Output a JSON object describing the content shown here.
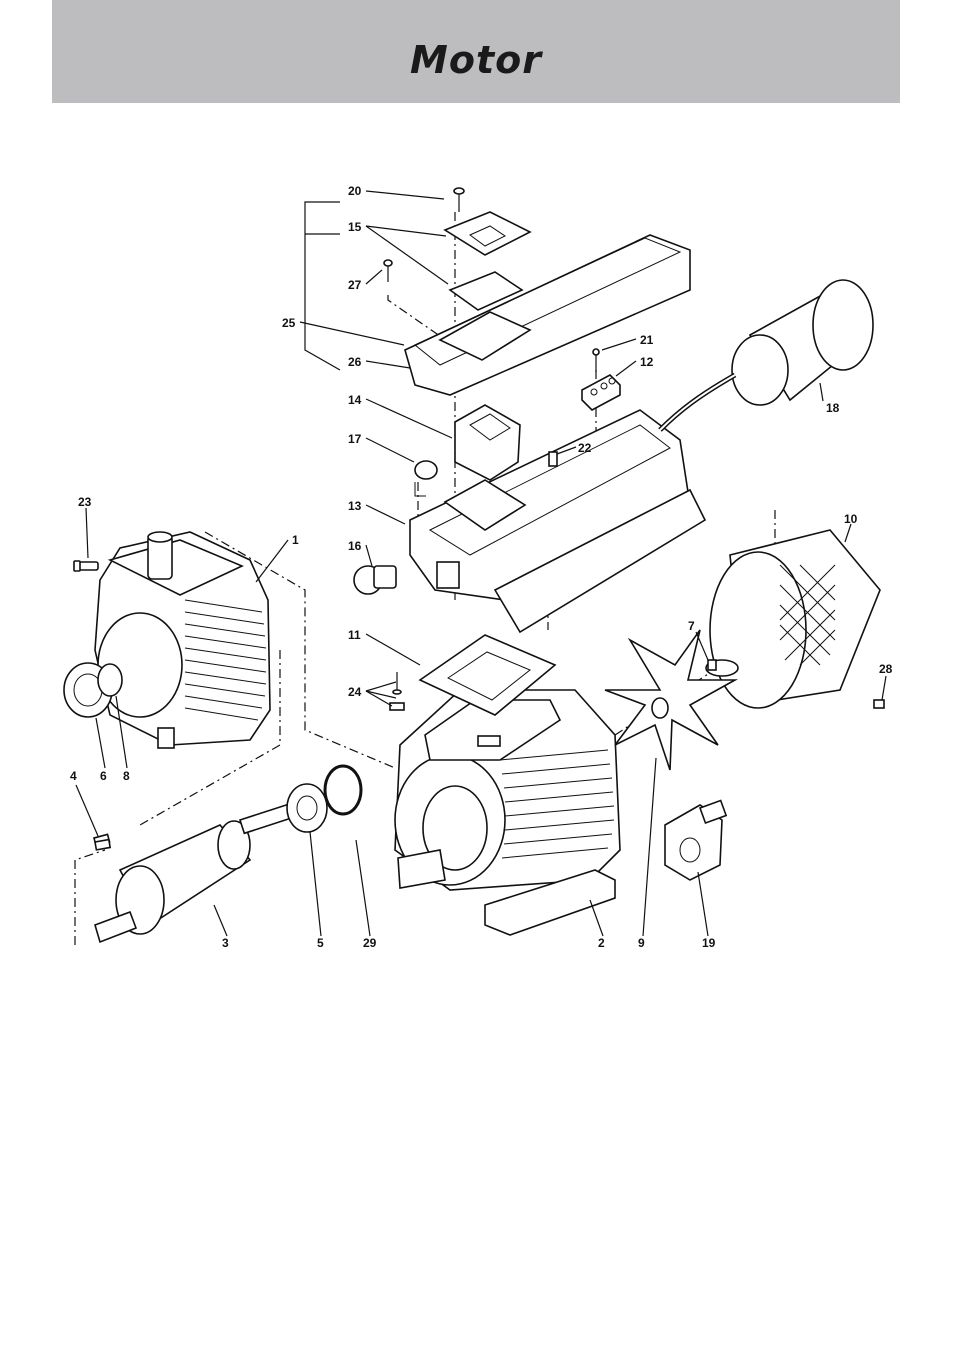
{
  "header": {
    "title": "Motor"
  },
  "callouts": {
    "p1": "1",
    "p2": "2",
    "p3": "3",
    "p4": "4",
    "p5": "5",
    "p6": "6",
    "p7": "7",
    "p8": "8",
    "p9": "9",
    "p10": "10",
    "p11": "11",
    "p12": "12",
    "p13": "13",
    "p14": "14",
    "p15": "15",
    "p16": "16",
    "p17": "17",
    "p18": "18",
    "p19": "19",
    "p20": "20",
    "p21": "21",
    "p22": "22",
    "p23": "23",
    "p24": "24",
    "p25": "25",
    "p26": "26",
    "p27": "27",
    "p28": "28",
    "p29": "29"
  }
}
